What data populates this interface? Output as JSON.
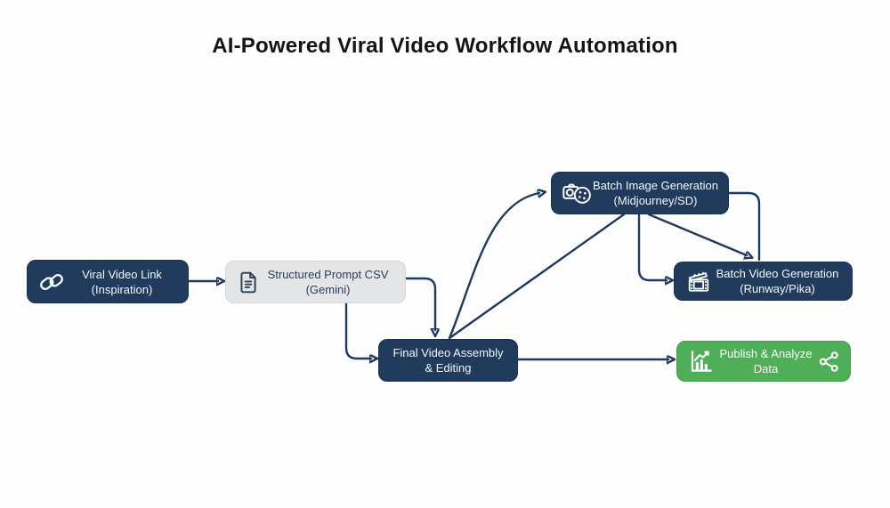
{
  "title": "AI-Powered Viral Video Workflow Automation",
  "colors": {
    "node_navy": "#203b5c",
    "node_green": "#4fae58",
    "node_gray": "#e4e5e7",
    "connector": "#1f3a5c",
    "canvas_bg": "#fdfdfd",
    "text_light": "#f5f7fa",
    "text_dark": "#2a4059"
  },
  "nodes": {
    "viral_video_link": {
      "line1": "Viral Video Link",
      "line2": "(Inspiration)",
      "icon": "chain-link-icon"
    },
    "structured_prompt_csv": {
      "line1": "Structured Prompt CSV",
      "line2": "(Gemini)",
      "icon": "document-icon"
    },
    "final_video_assembly": {
      "line1": "Final Video Assembly",
      "line2": "& Editing"
    },
    "batch_image_generation": {
      "line1": "Batch Image Generation",
      "line2": "(Midjourney/SD)",
      "icon": "camera-palette-icon"
    },
    "batch_video_generation": {
      "line1": "Batch Video Generation",
      "line2": "(Runway/Pika)",
      "icon": "film-clapperboard-icon"
    },
    "publish_analyze_data": {
      "line1": "Publish & Analyze",
      "line2": "Data",
      "icon_left": "bar-chart-icon",
      "icon_right": "share-icon"
    }
  }
}
